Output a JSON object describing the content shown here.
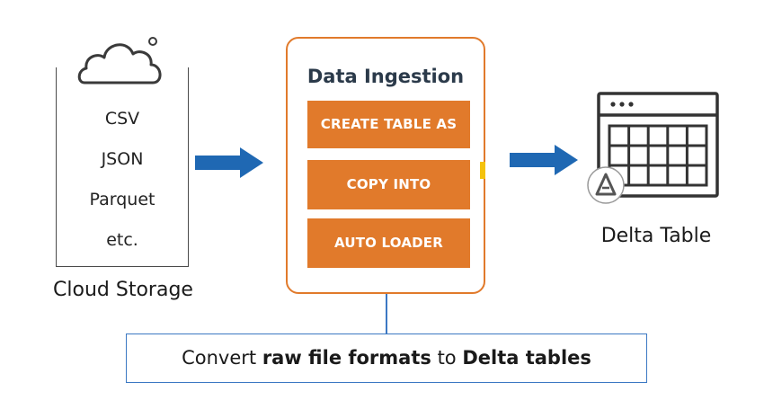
{
  "cloud_storage": {
    "formats": [
      "CSV",
      "JSON",
      "Parquet",
      "etc."
    ],
    "label": "Cloud Storage",
    "icon": "cloud-icon"
  },
  "ingestion": {
    "title": "Data Ingestion",
    "methods": [
      "CREATE TABLE AS",
      "COPY INTO",
      "AUTO LOADER"
    ],
    "accent_color": "#e17a2b"
  },
  "delta": {
    "label": "Delta Table",
    "icon": "table-grid-icon"
  },
  "caption": {
    "prefix": "Convert ",
    "bold1": "raw file formats",
    "middle": " to ",
    "bold2": "Delta tables"
  },
  "colors": {
    "arrow": "#1f68b3",
    "border_blue": "#3b78c3",
    "orange": "#e17a2b"
  }
}
